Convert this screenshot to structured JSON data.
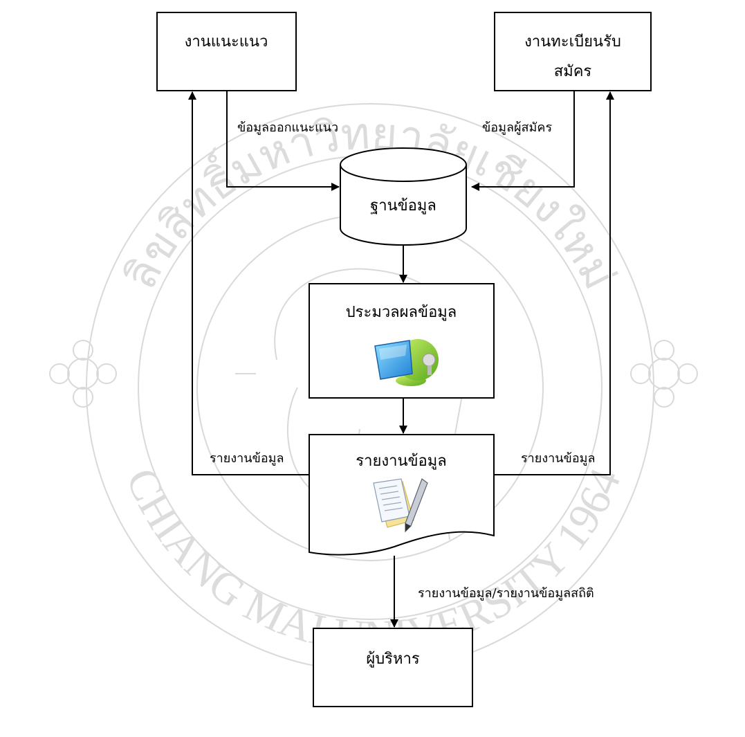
{
  "watermark": {
    "arc_text_top": "ลิขสิทธิ์มหาวิทยาลัยเชียงใหม่",
    "arc_text_bottom": "CHIANG MAI UNIVERSITY 1964",
    "color": "#d9d9d9"
  },
  "nodes": {
    "guidance": {
      "label": "งานแนะแนว"
    },
    "registration": {
      "label_line1": "งานทะเบียนรับ",
      "label_line2": "สมัคร"
    },
    "database": {
      "label": "ฐานข้อมูล"
    },
    "processing": {
      "label": "ประมวลผลข้อมูล",
      "icon": "computer-icon"
    },
    "report": {
      "label": "รายงานข้อมูล",
      "icon": "document-pen-icon"
    },
    "executive": {
      "label": "ผู้บริหาร"
    }
  },
  "edges": {
    "guidance_to_db": "ข้อมูลออกแนะแนว",
    "registration_to_db": "ข้อมูลผู้สมัคร",
    "report_to_guidance": "รายงานข้อมูล",
    "report_to_registration": "รายงานข้อมูล",
    "report_to_executive": "รายงานข้อมูล/รายงานข้อมูลสถิติ"
  }
}
